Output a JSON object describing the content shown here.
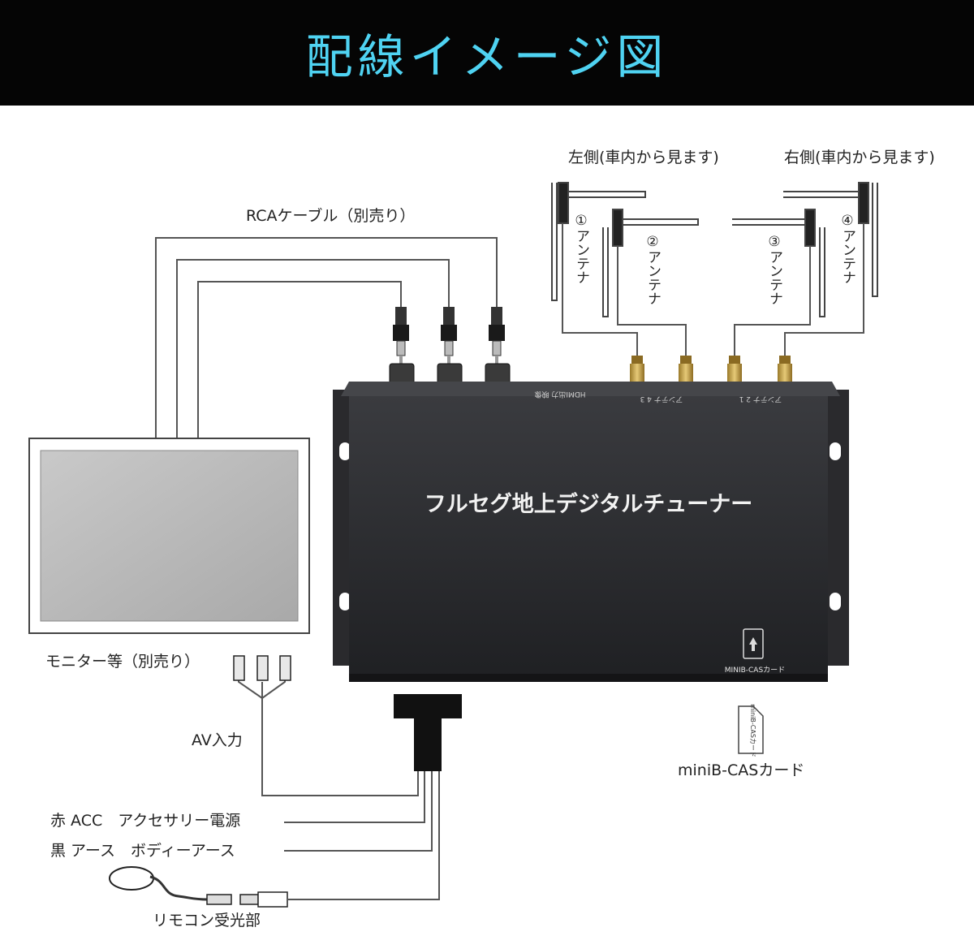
{
  "header": {
    "title": "配線イメージ図"
  },
  "colors": {
    "header_bg": "#050505",
    "title": "#4fd3f2",
    "device_body": "#2b2c2f",
    "connector_gold": "#c8a64a"
  },
  "labels": {
    "rca_cable": "RCAケーブル（別売り）",
    "left_side": "左側(車内から見ます)",
    "right_side": "右側(車内から見ます)",
    "antennas": [
      "①アンテナ",
      "②アンテナ",
      "③アンテナ",
      "④アンテナ"
    ],
    "monitor": "モニター等（別売り）",
    "av_input": "AV入力",
    "acc_wire": "赤 ACC　アクセサリー電源",
    "ground_wire": "黒 アース　ボディーアース",
    "remote_sensor": "リモコン受光部",
    "card": "miniB-CASカード"
  },
  "device": {
    "name": "フルセグ地上デジタルチューナー",
    "slot_label": "MINIB-CASカード",
    "top_hdmi_label": "HDMI出力 映像",
    "top_antenna_labels": [
      "アンテナ 4 3",
      "アンテナ 2 1"
    ]
  },
  "card_print": "miniB-CASカード",
  "icons": [
    "rca-plug-icon",
    "antenna-icon",
    "f-connector-icon",
    "card-slot-icon",
    "ir-sensor-icon"
  ]
}
